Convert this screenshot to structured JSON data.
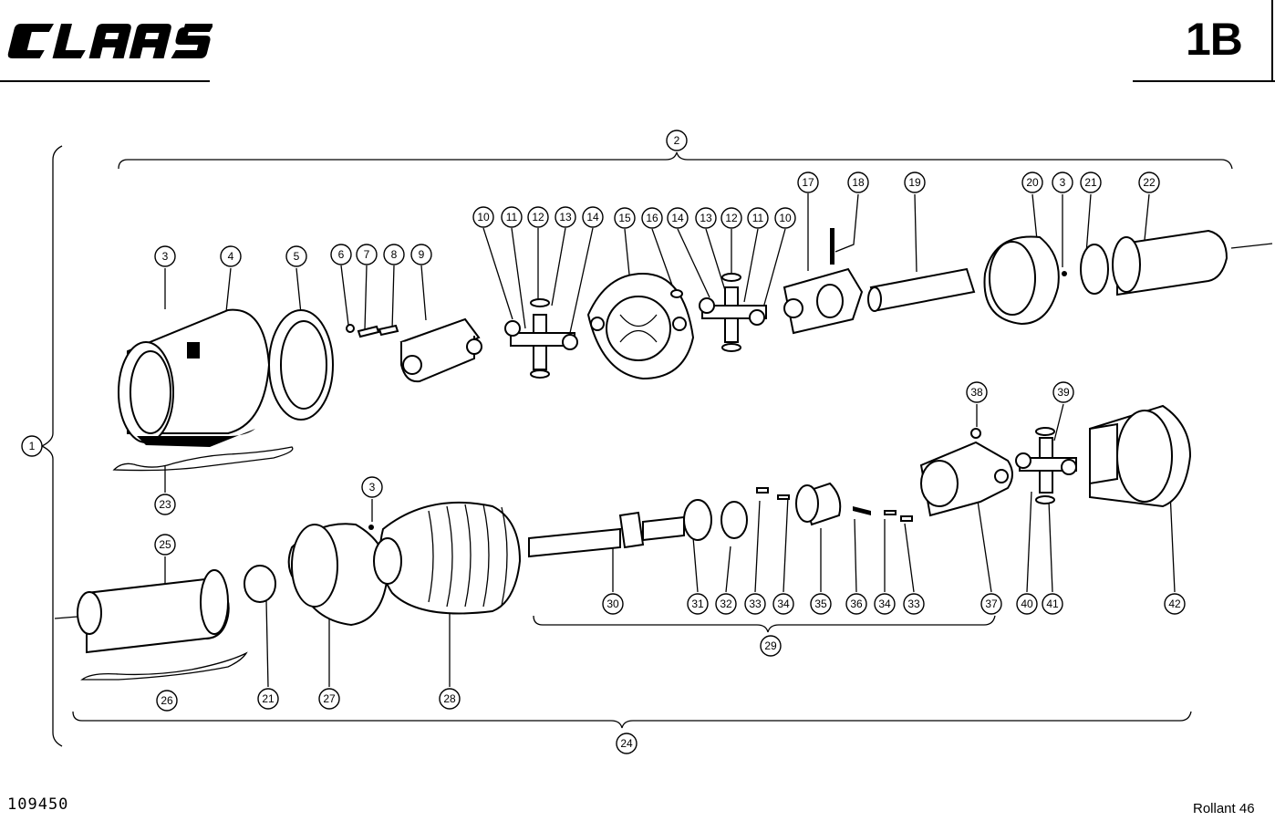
{
  "header": {
    "brand": "CLAAS",
    "page_code": "1B"
  },
  "footer": {
    "drawing_number": "109450",
    "model": "Rollant 46"
  },
  "callouts": [
    {
      "label": "1"
    },
    {
      "label": "2"
    },
    {
      "label": "3"
    },
    {
      "label": "4"
    },
    {
      "label": "5"
    },
    {
      "label": "6"
    },
    {
      "label": "7"
    },
    {
      "label": "8"
    },
    {
      "label": "9"
    },
    {
      "label": "10"
    },
    {
      "label": "11"
    },
    {
      "label": "12"
    },
    {
      "label": "13"
    },
    {
      "label": "14"
    },
    {
      "label": "15"
    },
    {
      "label": "16"
    },
    {
      "label": "14"
    },
    {
      "label": "13"
    },
    {
      "label": "12"
    },
    {
      "label": "11"
    },
    {
      "label": "10"
    },
    {
      "label": "17"
    },
    {
      "label": "18"
    },
    {
      "label": "19"
    },
    {
      "label": "20"
    },
    {
      "label": "3"
    },
    {
      "label": "21"
    },
    {
      "label": "22"
    },
    {
      "label": "23"
    },
    {
      "label": "38"
    },
    {
      "label": "39"
    },
    {
      "label": "3"
    },
    {
      "label": "25"
    },
    {
      "label": "21"
    },
    {
      "label": "26"
    },
    {
      "label": "27"
    },
    {
      "label": "28"
    },
    {
      "label": "30"
    },
    {
      "label": "31"
    },
    {
      "label": "32"
    },
    {
      "label": "33"
    },
    {
      "label": "34"
    },
    {
      "label": "35"
    },
    {
      "label": "36"
    },
    {
      "label": "34"
    },
    {
      "label": "33"
    },
    {
      "label": "37"
    },
    {
      "label": "40"
    },
    {
      "label": "41"
    },
    {
      "label": "42"
    },
    {
      "label": "29"
    },
    {
      "label": "24"
    }
  ]
}
